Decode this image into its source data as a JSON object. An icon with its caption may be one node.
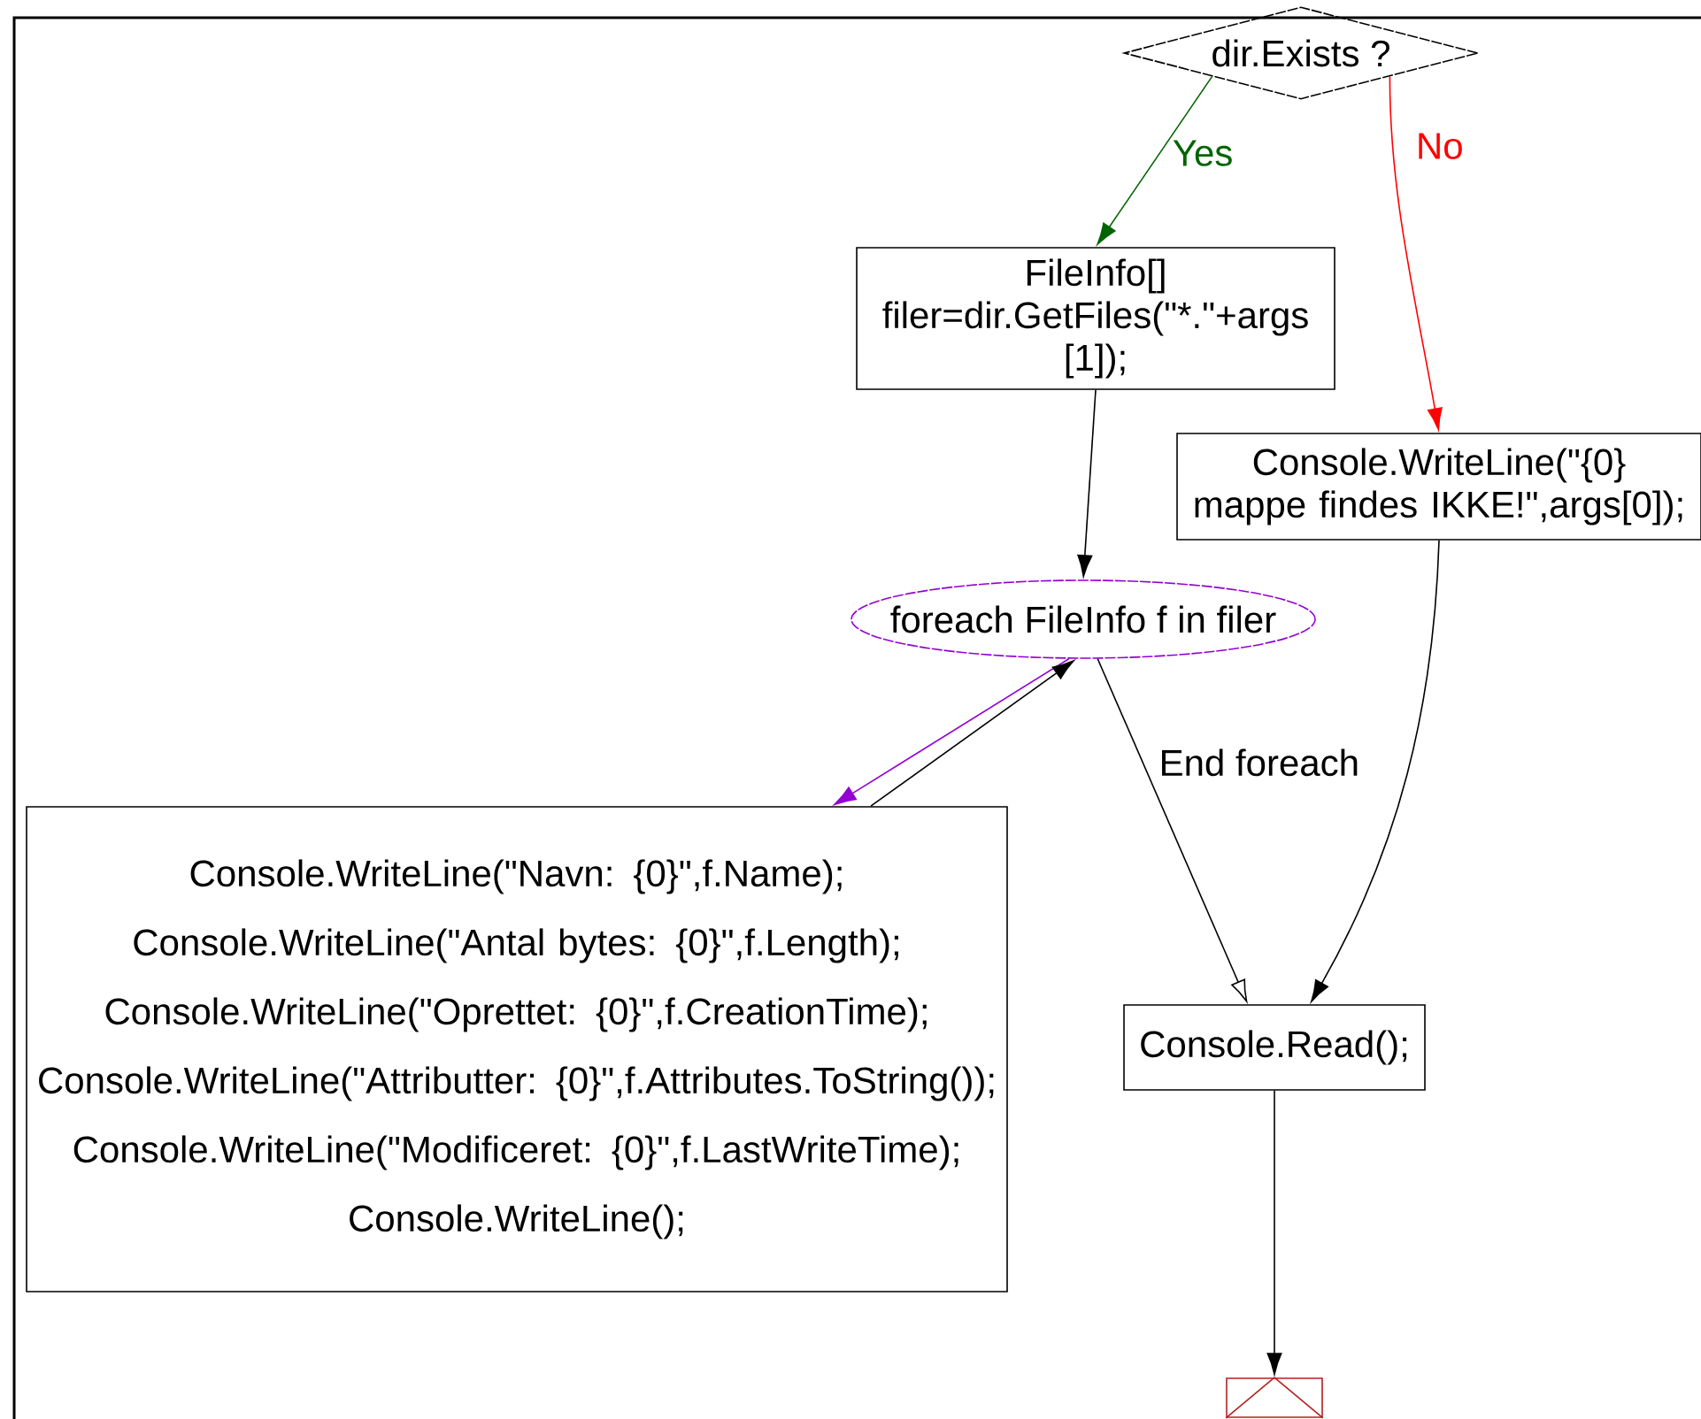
{
  "diagram": {
    "nodes": [
      {
        "text": [
          "dir.Exists ?"
        ]
      },
      {
        "text": [
          "FileInfo[] filer=dir.GetFiles(\"*.\"+args [1]);"
        ]
      },
      {
        "text": [
          "Console.WriteLine(\"{0} mappe findes IKKE!\",args[0]);"
        ]
      },
      {
        "text": [
          "foreach FileInfo f in filer"
        ]
      },
      {
        "text": [
          "Console.WriteLine(\"Navn: {0}\",f.Name);",
          "Console.WriteLine(\"Antal bytes: {0}\",f.Length);",
          "Console.WriteLine(\"Oprettet: {0}\",f.CreationTime);",
          "Console.WriteLine(\"Attributter: {0}\",f.Attributes.ToString());",
          "Console.WriteLine(\"Modificeret: {0}\",f.LastWriteTime);",
          "Console.WriteLine();"
        ]
      },
      {
        "text": [
          "Console.Read();"
        ]
      },
      {
        "text": [],
        "shape": "box"
      }
    ],
    "edges": [
      {
        "from": 0,
        "to": 1,
        "arrow": "to",
        "label": "Yes",
        "color": "#006400"
      },
      {
        "from": 0,
        "to": 2,
        "arrow": "to",
        "label": "No",
        "color": "#ff0000"
      },
      {
        "from": 1,
        "to": 3,
        "arrow": "to"
      },
      {
        "from": 3,
        "to": 4,
        "arrow": "to",
        "color": "#9400d3"
      },
      {
        "from": 4,
        "to": 3,
        "arrow": "to"
      },
      {
        "from": 3,
        "to": 5,
        "arrow": "to",
        "label": "End foreach"
      },
      {
        "from": 2,
        "to": 5,
        "arrow": "to"
      },
      {
        "from": 5,
        "to": 6,
        "arrow": "to"
      }
    ]
  }
}
